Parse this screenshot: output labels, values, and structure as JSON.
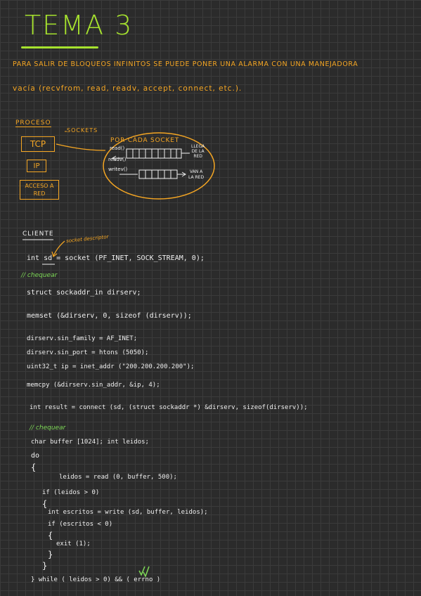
{
  "title": "TEMA 3",
  "intro": {
    "line1": "PARA SALIR DE BLOQUEOS INFINITOS SE PUEDE PONER UNA ALARMA CON UNA MANEJADORA",
    "line2": "vacía (recvfrom, read, readv, accept, connect, etc.)."
  },
  "diagram": {
    "proceso_label": "PROCESO",
    "sockets_label": "SOCKETS",
    "tcp": "TCP",
    "ip": "IP",
    "acceso_red_line1": "ACCESO A",
    "acceso_red_line2": "RED",
    "bubble_title": "POR CADA SOCKET",
    "read": "read()",
    "readv": "readv()",
    "writev": "writev()",
    "llega_line1": "LLEGA",
    "llega_line2": "DE LA",
    "llega_line3": "RED",
    "van_line1": "VAN A",
    "van_line2": "LA RED"
  },
  "client": {
    "heading": "CLIENTE",
    "socket_descriptor_note": "socket descriptor",
    "lines": [
      "int sd = socket (PF_INET, SOCK_STREAM, 0);",
      "// chequear",
      "struct sockaddr_in    dirserv;",
      "memset (&dirserv, 0, sizeof (dirserv));",
      "dirserv.sin_family = AF_INET;",
      "dirserv.sin_port = htons (5050);",
      "uint32_t ip = inet_addr (\"200.200.200.200\");",
      "memcpy (&dirserv.sin_addr, &ip, 4);",
      "int  result = connect (sd, (struct sockaddr *) &dirserv, sizeof(dirserv));",
      "// chequear",
      "char buffer [1024];  int leidos;",
      "do",
      "{",
      "leidos = read (0, buffer, 500);",
      "if (leidos > 0)",
      "{",
      "int escritos = write (sd, buffer, leidos);",
      "if (escritos < 0)",
      "{",
      "exit (1);",
      "}",
      "}",
      "} while ( leidos > 0) && ( errno )"
    ]
  },
  "colors": {
    "background": "#2b2b2b",
    "title": "#a6e22e",
    "accent": "#f5a623",
    "comment": "#7ed957",
    "code": "#f0f0f0"
  }
}
